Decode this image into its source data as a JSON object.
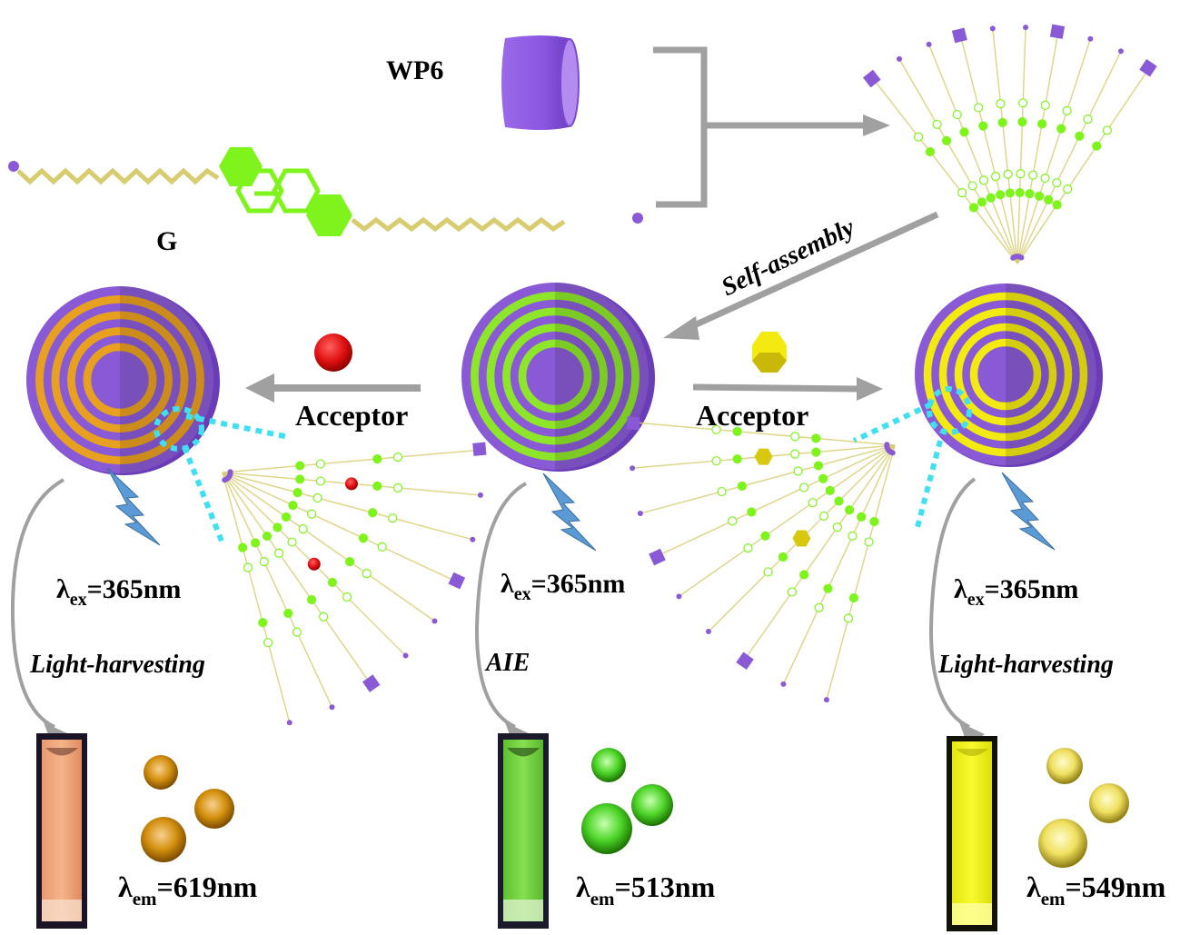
{
  "labels": {
    "wp6": "WP6",
    "guest": "G",
    "self_assembly": "Self-assembly",
    "acceptor_left": "Acceptor",
    "acceptor_right": "Acceptor"
  },
  "panels": [
    {
      "id": "red-acceptor",
      "process": "Light-harvesting",
      "ex_symbol": "λ",
      "ex_sub": "ex",
      "ex_value": "=365nm",
      "em_symbol": "λ",
      "em_sub": "em",
      "em_value": "=619nm",
      "ring_color": "#e8a020",
      "sphere_color": "#d4910f",
      "cuvette_color": "#f0a878"
    },
    {
      "id": "aie",
      "process": "AIE",
      "ex_symbol": "λ",
      "ex_sub": "ex",
      "ex_value": "=365nm",
      "em_symbol": "λ",
      "em_sub": "em",
      "em_value": "=513nm",
      "ring_color": "#8ee62a",
      "sphere_color": "#4fd62a",
      "cuvette_color": "#7ad84a"
    },
    {
      "id": "yellow-acceptor",
      "process": "Light-harvesting",
      "ex_symbol": "λ",
      "ex_sub": "ex",
      "ex_value": "=365nm",
      "em_symbol": "λ",
      "em_sub": "em",
      "em_value": "=549nm",
      "ring_color": "#f2ea10",
      "sphere_color": "#f0e060",
      "cuvette_color": "#eef020"
    }
  ],
  "colors": {
    "purple": "#8a5ad6",
    "purple_dark": "#6a3cb8",
    "green": "#7ef41c",
    "chain": "#d8cc70",
    "arrow": "#a0a0a0",
    "dotted": "#40e0f0",
    "bolt": "#5b9bd5",
    "red_acceptor": "#e01010",
    "yellow_acceptor": "#f0e810"
  }
}
